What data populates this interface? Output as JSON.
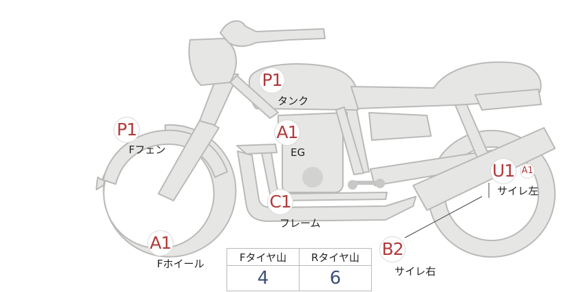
{
  "parts": {
    "tank": {
      "grade": "P1",
      "name": "タンク"
    },
    "front_fender": {
      "grade": "P1",
      "name": "Fフェン"
    },
    "engine": {
      "grade": "A1",
      "name": "EG"
    },
    "frame": {
      "grade": "C1",
      "name": "フレーム"
    },
    "front_wheel": {
      "grade": "A1",
      "name": "Fホイール"
    },
    "muffler_left": {
      "grade": "U1",
      "sub_grade": "A1",
      "name": "サイレ左"
    },
    "muffler_right": {
      "grade": "B2",
      "name": "サイレ右"
    }
  },
  "tire_table": {
    "headers": [
      "Fタイヤ山",
      "Rタイヤ山"
    ],
    "values": [
      "4",
      "6"
    ]
  },
  "colors": {
    "body_fill": "#e6e6e4",
    "body_stroke": "#b9b9b7",
    "badge_text": "#b03a3a",
    "value_text": "#3a4f7a"
  }
}
